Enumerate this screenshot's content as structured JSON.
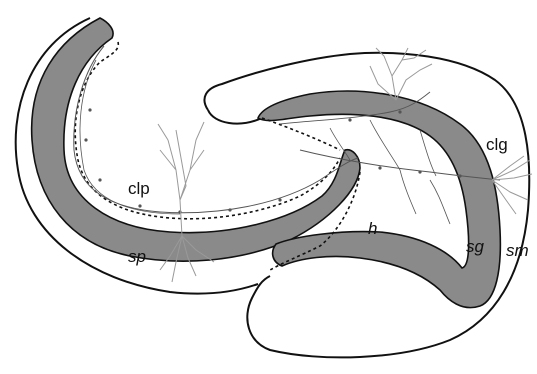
{
  "labels": {
    "clp": "clp",
    "clg": "clg",
    "sp": "sp",
    "sg": "sg",
    "sm": "sm",
    "h": "h"
  },
  "colors": {
    "layer_fill": "#8a8a8a",
    "outline": "#111111",
    "neuron": "#9a9a9a",
    "fiber": "#555555",
    "background": "#ffffff"
  }
}
